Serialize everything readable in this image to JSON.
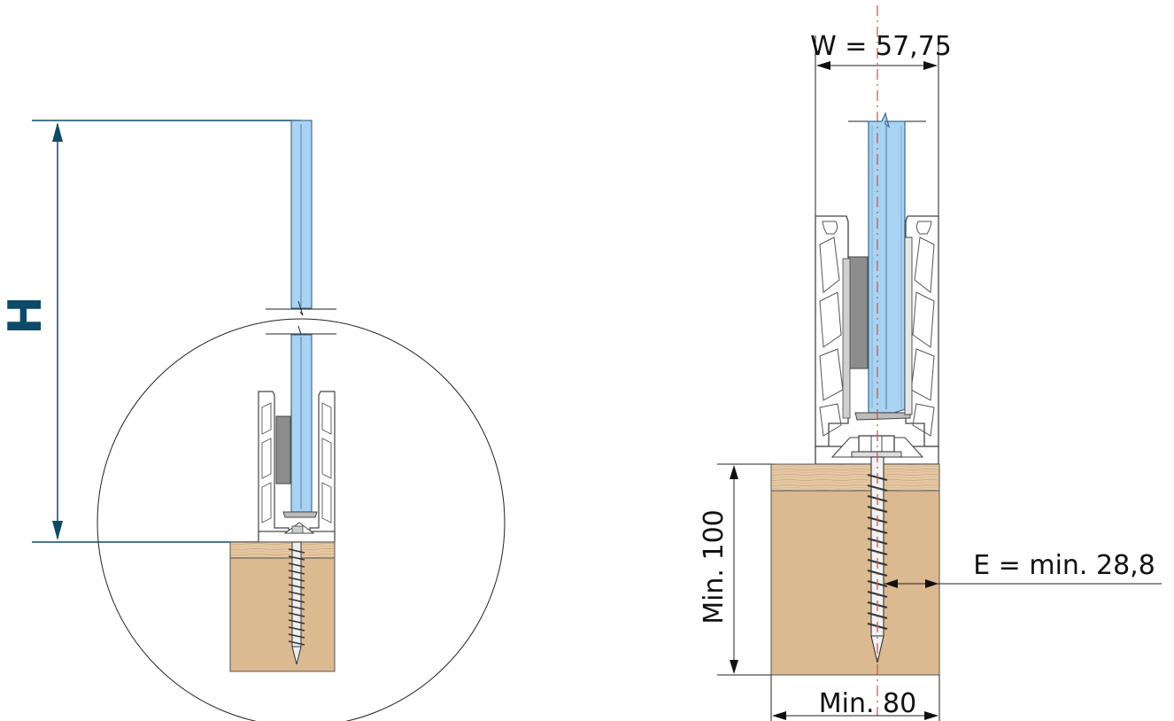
{
  "labels": {
    "height_symbol": "H",
    "width_dim": "W = 57,75",
    "height_min_dim": "Min. 100",
    "width_min_dim": "Min. 80",
    "edge_dim": "E = min. 28,8"
  },
  "colors": {
    "glass": "#a9d3f2",
    "glass_edge": "#5b8fb8",
    "wood": "#dbb991",
    "wood_top": "#e7cda9",
    "dim_line_left": "#0e4a68",
    "centerline": "#d9493f",
    "profile": "#ffffff",
    "profile_stroke": "#444444",
    "gasket": "#8d8d8d"
  }
}
